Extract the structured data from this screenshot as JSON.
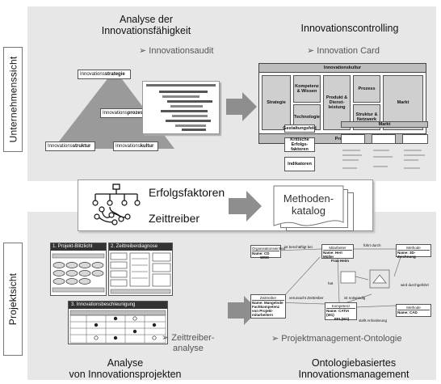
{
  "side_labels": {
    "company_view": "Unternehmenssicht",
    "project_view": "Projektsicht"
  },
  "top_left": {
    "title_line1": "Analyse der",
    "title_line2": "Innovationsfähigkeit",
    "sub": "➢ Innovationsaudit",
    "pyramid": {
      "strategy_prefix": "Innovations",
      "strategy_bold": "strategie",
      "process_prefix": "Innovations",
      "process_bold": "prozess",
      "structure_prefix": "Innovations",
      "structure_bold": "struktur",
      "culture_prefix": "Innovations",
      "culture_bold": "kultur"
    }
  },
  "top_right": {
    "title": "Innovationscontrolling",
    "sub": "➢ Innovation Card",
    "card": {
      "header": "Innovationskultur",
      "strategie": "Strategie",
      "kompetenz": "Kompetenz & Wissen",
      "technologie": "Technologie",
      "produkt": "Produkt & Dienst-leistung",
      "prozess": "Prozess",
      "struktur": "Struktur & Netzwerk",
      "markt": "Markt",
      "projekt": "Projekt",
      "gestaltungsfeld": "Gestaltungsfeld",
      "kritische": "Kritische Erfolgs-faktoren",
      "indikatoren": "Indikatoren",
      "markt2": "Markt"
    }
  },
  "middle": {
    "erfolgsfaktoren": "Erfolgsfaktoren",
    "zeittreiber": "Zeittreiber",
    "katalog_line1": "Methoden-",
    "katalog_line2": "katalog"
  },
  "bottom_left": {
    "panel1": "1. Projekt-Blitzlicht",
    "panel2": "2. Zeittreiberdiagnose",
    "panel3": "3. Innovationsbeschleunigung",
    "sub_line1": "➢ Zeittreiber-",
    "sub_line2": "analyse",
    "title_line1": "Analyse",
    "title_line2_prefix": "von Innovations",
    "title_line2_suffix": "projekten"
  },
  "bottom_right": {
    "sub": "➢ Projektmanagement-Ontologie",
    "title_line1": "Ontologiebasiertes",
    "title_line2": "Innovationsmanagement",
    "ontology": {
      "org": "Organisationseinheit",
      "org_name": "Name: CD",
      "org_name2": "WMS",
      "ist_beschaeftigt": "ist beschäftigt bei",
      "mitarbeiter": "Mitarbeiter",
      "mitarbeiter_name": "Name: Herr Müller",
      "mitarbeiter_name2": "Frau Heim",
      "fuehrt_durch": "führt durch",
      "methode": "Methode",
      "methode_name": "Name: 3D-Zeichnung",
      "zeittreiber": "Zeittreiber",
      "zeittreiber_name": "Name: Mangelnde Fachkompetenz von Projekt-mitarbeitern",
      "verursacht": "verursacht Zeittreiber",
      "kompetenz": "Kompetenz",
      "kompetenz_name": "Name: CATIA (W1)",
      "kompetenz_name2": "EFL(W2)",
      "methode2": "Methode",
      "methode2_name": "Name: CAD",
      "stellt": "stellt Anforderung",
      "wird": "wird durchgeführt",
      "hat": "hat",
      "ist_notwendig": "ist notwendig"
    }
  }
}
